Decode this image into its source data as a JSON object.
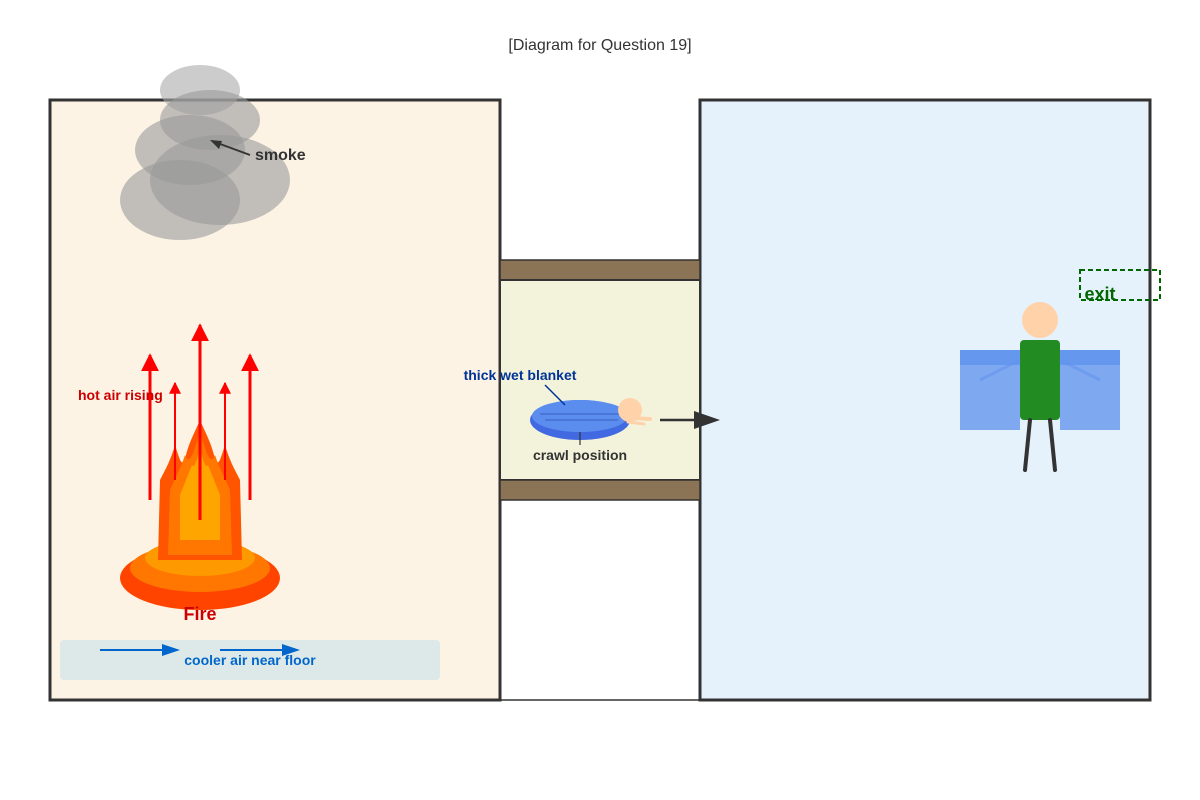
{
  "header": {
    "title": "[Diagram for Question 19]"
  },
  "labels": {
    "smoke": "smoke",
    "hot_air": "hot air rising",
    "fire": "Fire",
    "cooler_air": "cooler air near floor",
    "blanket": "thick wet blanket",
    "crawl": "crawl position",
    "exit": "exit"
  },
  "colors": {
    "left_room": "#fdf3e5",
    "right_room": "#e6f2fb",
    "corridor": "#f3f3dc",
    "door_frame": "#8b7355",
    "hot_air_text": "#cc0000",
    "cool_air_text": "#0066cc",
    "blanket_text": "#003399",
    "exit_text": "#006600",
    "arrow_red": "#ff0000",
    "arrow_blue": "#0066cc"
  }
}
